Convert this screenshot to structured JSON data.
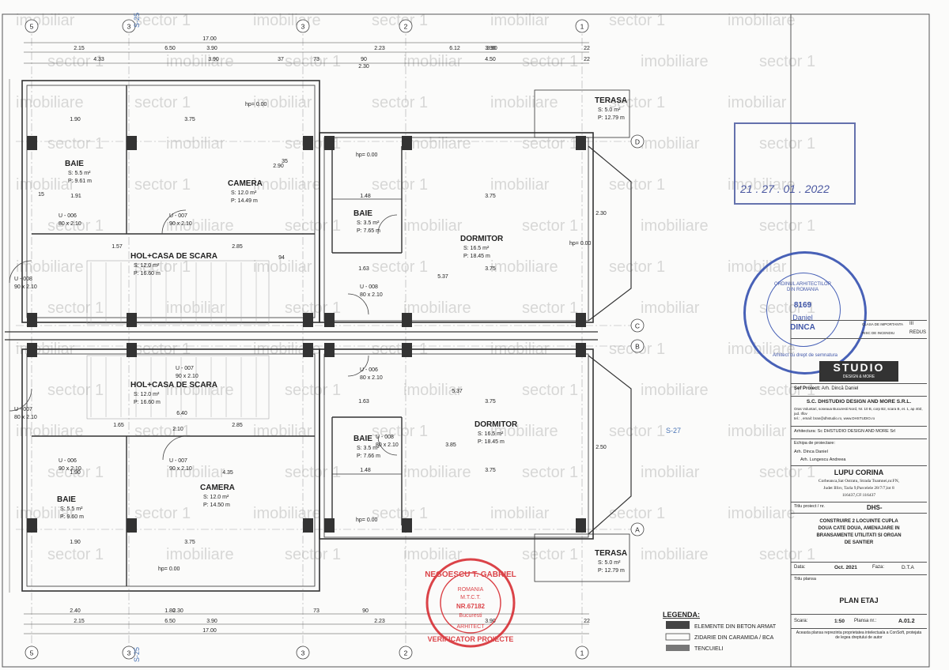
{
  "axes": {
    "top": [
      "5",
      "3",
      "3",
      "2",
      "1"
    ],
    "bottom": [
      "5",
      "3",
      "3",
      "2",
      "1"
    ],
    "right": [
      "D",
      "C",
      "B",
      "A"
    ],
    "grid_s25": "S-25",
    "grid_s27": "S-27"
  },
  "dims_top": {
    "total": "17.00",
    "row2": [
      "2.15",
      "6.50",
      "3.90",
      "2.23",
      "3.90",
      "6.12",
      "3.90",
      "22"
    ],
    "row3": [
      "4.33",
      "3.90",
      "37",
      "73",
      "90",
      "2.30",
      "4.50",
      "22"
    ]
  },
  "dims_bottom": {
    "total": "17.00",
    "row1": [
      "2.40",
      "1.80",
      "2.30",
      "73",
      "90"
    ],
    "row2": [
      "2.15",
      "6.50",
      "3.90",
      "2.23",
      "3.90",
      "22"
    ]
  },
  "rooms": [
    {
      "name": "BAIE",
      "s": "S:  5.5 m²",
      "p": "P:  9.61 m"
    },
    {
      "name": "CAMERA",
      "s": "S:  12.0 m²",
      "p": "P:  14.49 m"
    },
    {
      "name": "BAIE",
      "s": "S:  3.5 m²",
      "p": "P:  7.65 m"
    },
    {
      "name": "DORMITOR",
      "s": "S:  16.5 m²",
      "p": "P:  18.45 m"
    },
    {
      "name": "TERASA",
      "s": "S:  5.0 m²",
      "p": "P:  12.79 m"
    },
    {
      "name": "HOL+CASA DE SCARA",
      "s": "S:  12.0 m²",
      "p": "P:  16.60 m"
    },
    {
      "name": "HOL+CASA DE SCARA",
      "s": "S:  12.0 m²",
      "p": "P:  16.60 m"
    },
    {
      "name": "DORMITOR",
      "s": "S:  16.5 m²",
      "p": "P:  18.45 m"
    },
    {
      "name": "BAIE",
      "s": "S:  3.5 m²",
      "p": "P:  7.66 m"
    },
    {
      "name": "BAIE",
      "s": "S:  5.5 m²",
      "p": "P:  9.60 m"
    },
    {
      "name": "CAMERA",
      "s": "S:  12.0 m²",
      "p": "P:  14.50 m"
    },
    {
      "name": "TERASA",
      "s": "S:  5.0 m²",
      "p": "P:  12.79 m"
    }
  ],
  "doors": [
    "U - 006",
    "U - 007",
    "U - 008",
    "U - 008",
    "U - 007",
    "U - 006",
    "U - 007",
    "U - 007",
    "U - 008",
    "U - 006"
  ],
  "door_sizes": [
    "80 x 2.10",
    "90 x 2.10",
    "90 x 2.10",
    "80 x 2.10",
    "90 x 2.10",
    "90 x 2.10",
    "90 x 2.10",
    "80 x 2.10",
    "80 x 2.10",
    "80 x 2.10"
  ],
  "levels": [
    "hp= 0.00",
    "hp= 0.00",
    "hp= 0.00",
    "hp= 0.00",
    "hp= 0.00"
  ],
  "inner_dims": [
    "1.90",
    "3.75",
    "1.48",
    "3.75",
    "1.91",
    "1.57",
    "2.85",
    "3.75",
    "5.37",
    "1.63",
    "6.40",
    "1.65",
    "2.10",
    "2.85",
    "1.63",
    "5.37",
    "3.75",
    "1.48",
    "3.75",
    "1.90",
    "4.35",
    "1.90",
    "3.75",
    "15",
    "35",
    "94",
    "2.90",
    "3.85",
    "2.30",
    "2.50"
  ],
  "legend": {
    "title": "LEGENDA:",
    "items": [
      "ELEMENTE DIN BETON ARMAT",
      "ZIDARIE DIN CARAMIDA / BCA",
      "TENCUIELI"
    ]
  },
  "title_block": {
    "company_brand": "STUDIO",
    "company_sub": "DESIGN & MORE",
    "cerinta": "CLASA DE IMPORTANTA",
    "cerinta_val": "III",
    "categoria": "RISC DE INCENDIU",
    "categoria_val": "REDUS",
    "sef_proiect_label": "Sef Proiect:",
    "sef_proiect": "Arh. Dincă Daniel",
    "firm": "S.C. DHSTUDIO DESIGN AND MORE S.R.L.",
    "address": "Oras Voluntari, soseaua Bucuresti Nord, Nr. 10 B, corp B2, scara B, et. 1, ap 40Z, jud. Ilfov",
    "contact": "tel.: , email: bran@dhstudio.ro, www.DHSTUDIO.ro",
    "arhitectura": "Arhitectura:  Sc DHSTUDIO DESIGN AND MORE Srl",
    "echipa_label": "Echipa de proiectare:",
    "echipa": [
      "Arh. Dinca Daniel",
      "Arh. Lungescu Andreea"
    ],
    "beneficiar": "LUPU CORINA",
    "location": [
      "Corbeanca,Sat Ostratu, Strada Toamnei,nr.FN,",
      "Judet Ilfov, Tarla 9,Parcelele 28/7/7,lot 8",
      "116437,CF:116437"
    ],
    "titlu_proiect_label": "Titlu proiect / nr.",
    "titlu_proiect_val": "DHS-",
    "project_title": [
      "CONSTRUIRE 2 LOCUINTE CUPLA",
      "DOUA CATE DOUA,  AMENAJARE IN",
      "BRANSAMENTE UTILITATI SI ORGAN",
      "DE SANTIER"
    ],
    "data_label": "Data:",
    "data_val": "Oct. 2021",
    "faza_label": "Faza:",
    "faza_val": "D.T.A",
    "titlu_plansa_label": "Titlu plansa",
    "titlu_plansa": "PLAN ETAJ",
    "scara_label": "Scara:",
    "scara_val": "1:50",
    "plansa_label": "Plansa nr.:",
    "plansa_val": "A.01.2",
    "copyright": "Aceasta plansa reprezinta proprietatea intelectuala a ConSoft, protejata de legea dreptului de autor"
  },
  "stamps": {
    "date_stamp": "21 . 27 . 01 . 2022",
    "blue_stamp": [
      "ORDINUL ARHITECTILOR DIN ROMANIA",
      "8169",
      "Daniel",
      "DINCA",
      "Arhitect cu drept de semnatura"
    ],
    "red_stamp": [
      "NEGOESCU T. GABRIEL",
      "VERIFICATOR PROIECTE",
      "ROMANIA",
      "M.T.C.T.",
      "NR.67182",
      "Bucuresti",
      "ARHITECT"
    ]
  },
  "watermark_words": [
    "imobiliar",
    "sector 1",
    "imobiliare",
    "sector 1"
  ]
}
